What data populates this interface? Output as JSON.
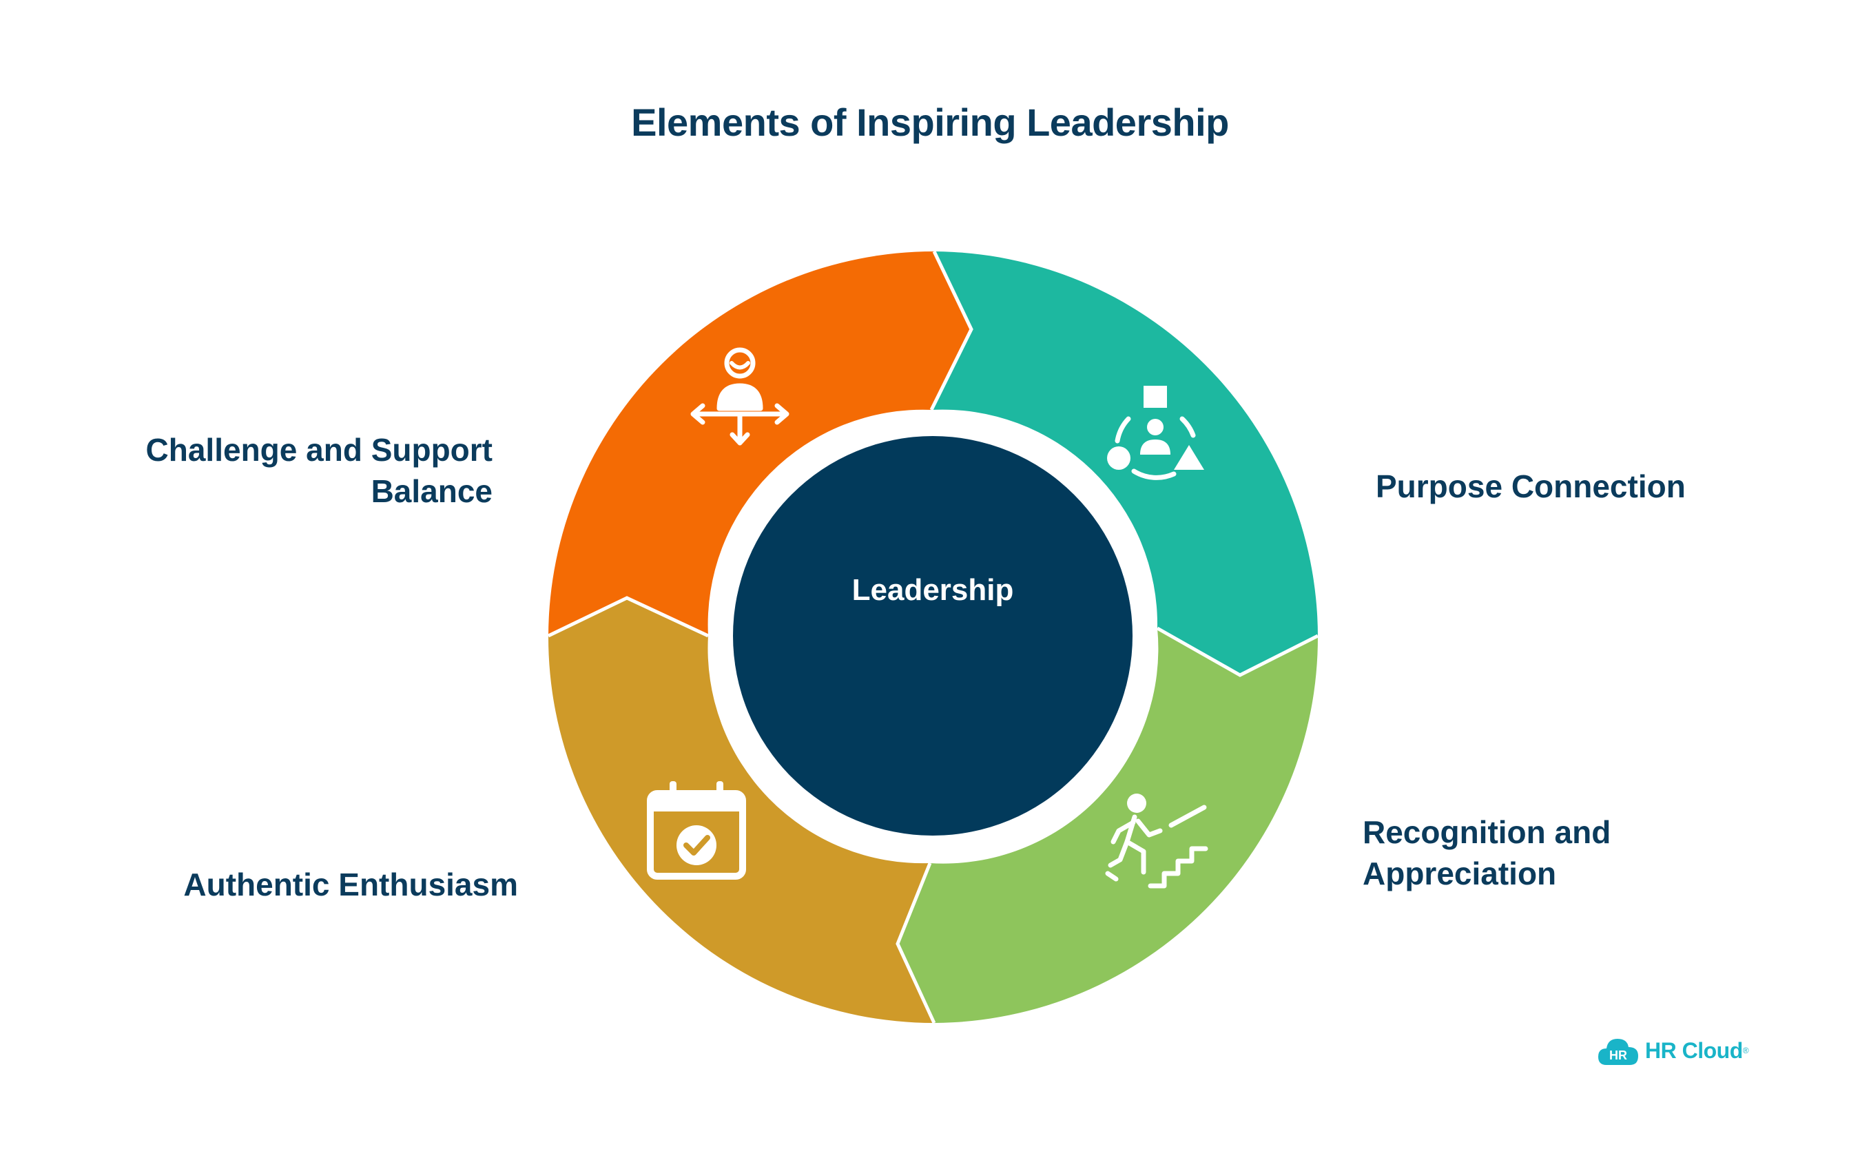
{
  "title": "Elements of Inspiring Leadership",
  "center": {
    "label": "Leadership",
    "color": "#023a5b"
  },
  "segments": [
    {
      "label": [
        "Purpose Connection"
      ],
      "color": "#1db8a0",
      "icon": "purpose-network-icon"
    },
    {
      "label": [
        "Recognition and",
        "Appreciation"
      ],
      "color": "#8ec55c",
      "icon": "person-climbing-stairs-icon"
    },
    {
      "label": [
        "Authentic Enthusiasm"
      ],
      "color": "#cf9a29",
      "icon": "calendar-check-icon"
    },
    {
      "label": [
        "Challenge and Support",
        "Balance"
      ],
      "color": "#f46b04",
      "icon": "person-balance-arrows-icon"
    }
  ],
  "brand": {
    "badge": "HR",
    "name": "HR Cloud",
    "mark": "®",
    "color": "#19b4c8"
  }
}
